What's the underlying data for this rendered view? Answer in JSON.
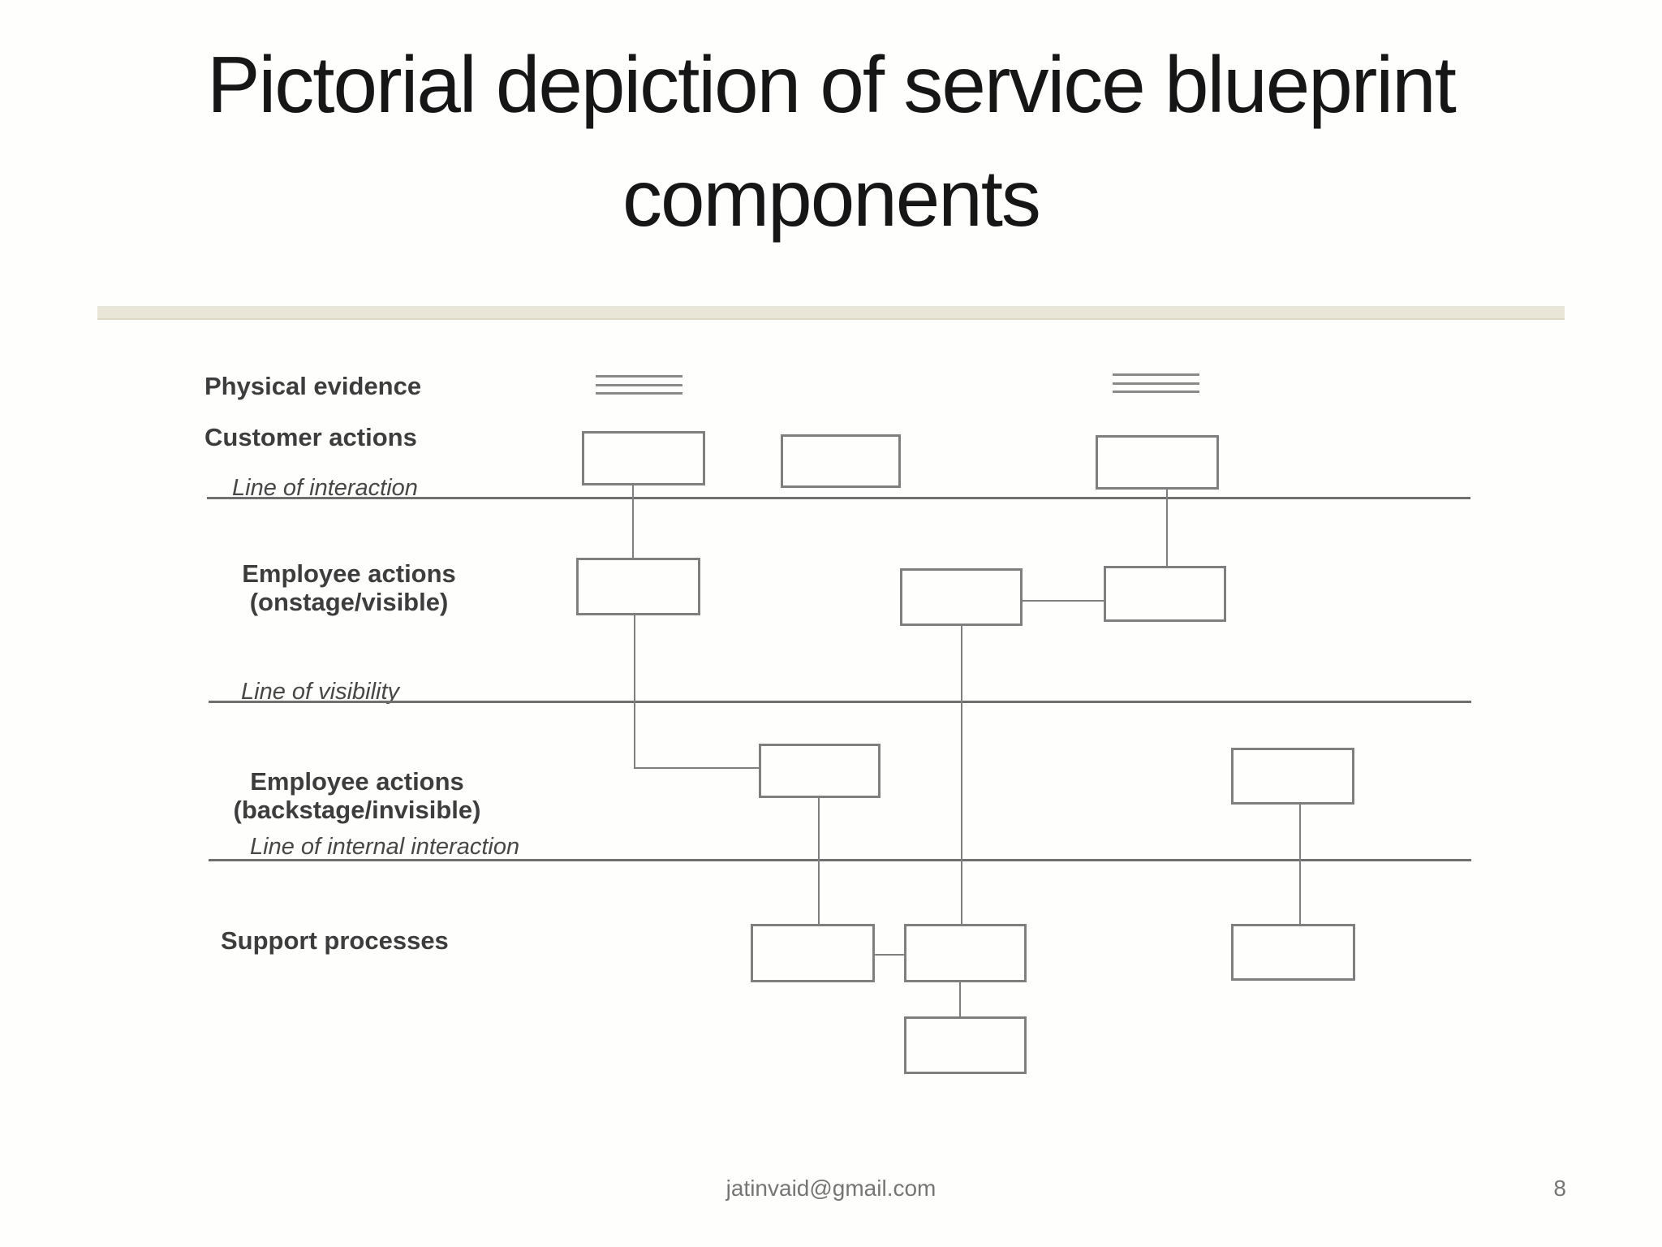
{
  "title": {
    "line1": "Pictorial depiction of service blueprint",
    "line2": "components"
  },
  "labels": {
    "physical_evidence": "Physical evidence",
    "customer_actions": "Customer actions",
    "line_of_interaction": "Line of interaction",
    "employee_onstage_1": "Employee actions",
    "employee_onstage_2": "(onstage/visible)",
    "line_of_visibility": "Line of visibility",
    "employee_backstage_1": "Employee actions",
    "employee_backstage_2": "(backstage/invisible)",
    "line_of_internal_interaction": "Line of internal interaction",
    "support_processes": "Support processes"
  },
  "icons": {
    "physical_evidence_icon": "document-lines-icon",
    "physical_evidence_icon_count": 2
  },
  "structure": {
    "customer_action_boxes": 3,
    "onstage_employee_boxes": 3,
    "backstage_employee_boxes": 2,
    "support_process_boxes": 4
  },
  "colors": {
    "divider_bar": "#e9e6d8",
    "rule_stroke": "#6f6f6f",
    "box_border": "#7f7f7f",
    "label_text": "#3d3d3d",
    "title_text": "#161616",
    "footer_text": "#757575"
  },
  "footer": {
    "email": "jatinvaid@gmail.com",
    "page_number": "8"
  }
}
